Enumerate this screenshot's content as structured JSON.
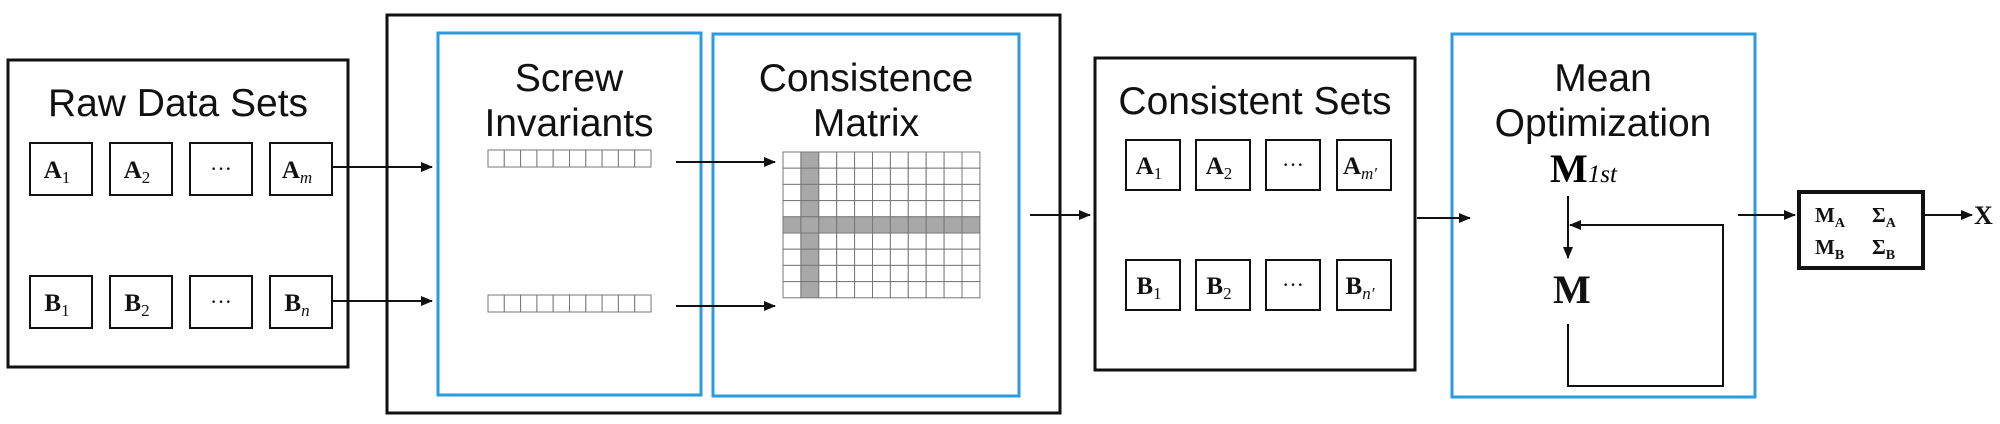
{
  "colors": {
    "black": "#111111",
    "blue": "#2b9be0",
    "gray": "#a8a8a8",
    "grid": "#777777"
  },
  "raw": {
    "title": "Raw Data Sets",
    "a": [
      {
        "main": "A",
        "sub": "1"
      },
      {
        "main": "A",
        "sub": "2"
      },
      {
        "dots": "···"
      },
      {
        "main": "A",
        "sub": "m",
        "italic": true
      }
    ],
    "b": [
      {
        "main": "B",
        "sub": "1"
      },
      {
        "main": "B",
        "sub": "2"
      },
      {
        "dots": "···"
      },
      {
        "main": "B",
        "sub": "n",
        "italic": true
      }
    ]
  },
  "screw": {
    "title_line1": "Screw",
    "title_line2": "Invariants"
  },
  "consistence": {
    "title_line1": "Consistence",
    "title_line2": "Matrix"
  },
  "consistent": {
    "title": "Consistent Sets",
    "a": [
      {
        "main": "A",
        "sub": "1"
      },
      {
        "main": "A",
        "sub": "2"
      },
      {
        "dots": "···"
      },
      {
        "main": "A",
        "sub": "m′",
        "italic": true
      }
    ],
    "b": [
      {
        "main": "B",
        "sub": "1"
      },
      {
        "main": "B",
        "sub": "2"
      },
      {
        "dots": "···"
      },
      {
        "main": "B",
        "sub": "n′",
        "italic": true
      }
    ]
  },
  "mean": {
    "title_line1": "Mean",
    "title_line2": "Optimization",
    "m1_main": "M",
    "m1_sub": "1st",
    "m_main": "M"
  },
  "result": {
    "ma_main": "M",
    "ma_sub": "A",
    "sa_main": "Σ",
    "sa_sub": "A",
    "mb_main": "M",
    "mb_sub": "B",
    "sb_main": "Σ",
    "sb_sub": "B"
  },
  "output_label": "X"
}
